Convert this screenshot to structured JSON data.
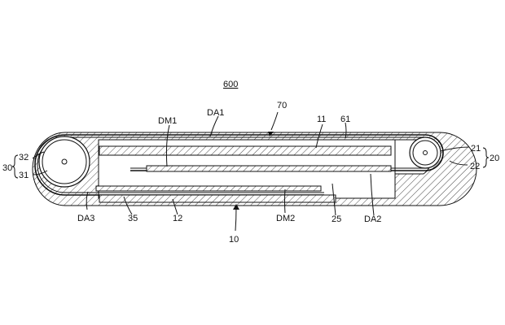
{
  "figure": {
    "number": "600",
    "labels": {
      "da1": "DA1",
      "n70": "70",
      "dm1": "DM1",
      "n11": "11",
      "n61": "61",
      "n32": "32",
      "n30": "30",
      "n31": "31",
      "n21": "21",
      "n20": "20",
      "n22": "22",
      "da3": "DA3",
      "n35": "35",
      "n12": "12",
      "dm2": "DM2",
      "n25": "25",
      "da2": "DA2",
      "n10": "10"
    }
  }
}
